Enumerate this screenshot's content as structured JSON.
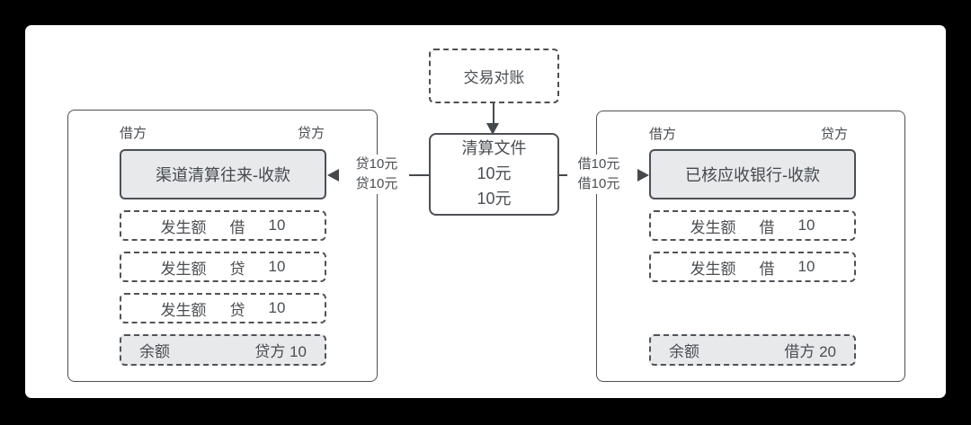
{
  "diagram": {
    "top_node": {
      "label": "交易对账"
    },
    "center_node": {
      "line1": "清算文件",
      "line2": "10元",
      "line3": "10元"
    },
    "arrow_left": {
      "label_line1": "贷10元",
      "label_line2": "贷10元"
    },
    "arrow_right": {
      "label_line1": "借10元",
      "label_line2": "借10元"
    },
    "left_panel": {
      "debit_header": "借方",
      "credit_header": "贷方",
      "account": "渠道清算往来-收款",
      "rows": [
        {
          "label": "发生额",
          "side": "借",
          "amount": "10"
        },
        {
          "label": "发生额",
          "side": "贷",
          "amount": "10"
        },
        {
          "label": "发生额",
          "side": "贷",
          "amount": "10"
        }
      ],
      "balance": {
        "label": "余额",
        "value": "贷方 10"
      }
    },
    "right_panel": {
      "debit_header": "借方",
      "credit_header": "贷方",
      "account": "已核应收银行-收款",
      "rows": [
        {
          "label": "发生额",
          "side": "借",
          "amount": "10"
        },
        {
          "label": "发生额",
          "side": "借",
          "amount": "10"
        }
      ],
      "balance": {
        "label": "余额",
        "value": "借方 20"
      }
    },
    "colors": {
      "background": "#000000",
      "canvas": "#ffffff",
      "line": "#45484c",
      "gray_fill": "#e7e9eb"
    }
  }
}
